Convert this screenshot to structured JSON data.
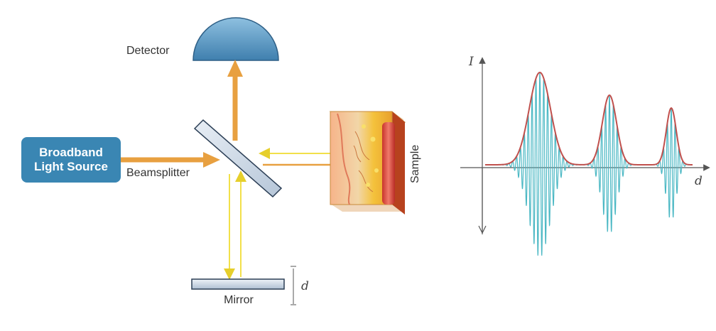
{
  "labels": {
    "detector": "Detector",
    "source_line1": "Broadband",
    "source_line2": "Light Source",
    "beamsplitter": "Beamsplitter",
    "sample": "Sample",
    "mirror": "Mirror",
    "mirror_displacement": "d"
  },
  "plot": {
    "y_axis_label": "I",
    "x_axis_label": "d",
    "envelope_color": "#c0504d",
    "fringe_color": "#4bb8c4",
    "peaks": [
      {
        "center": 760,
        "amplitude": 130,
        "width": 15
      },
      {
        "center": 858,
        "amplitude": 98,
        "width": 10
      },
      {
        "center": 945,
        "amplitude": 80,
        "width": 7
      }
    ]
  },
  "colors": {
    "detector_fill": "#5b93bd",
    "source_fill": "#3a86b3",
    "beam_orange": "#e8a040",
    "beam_yellow": "#f2e04a",
    "sample_red": "#e4584c"
  }
}
